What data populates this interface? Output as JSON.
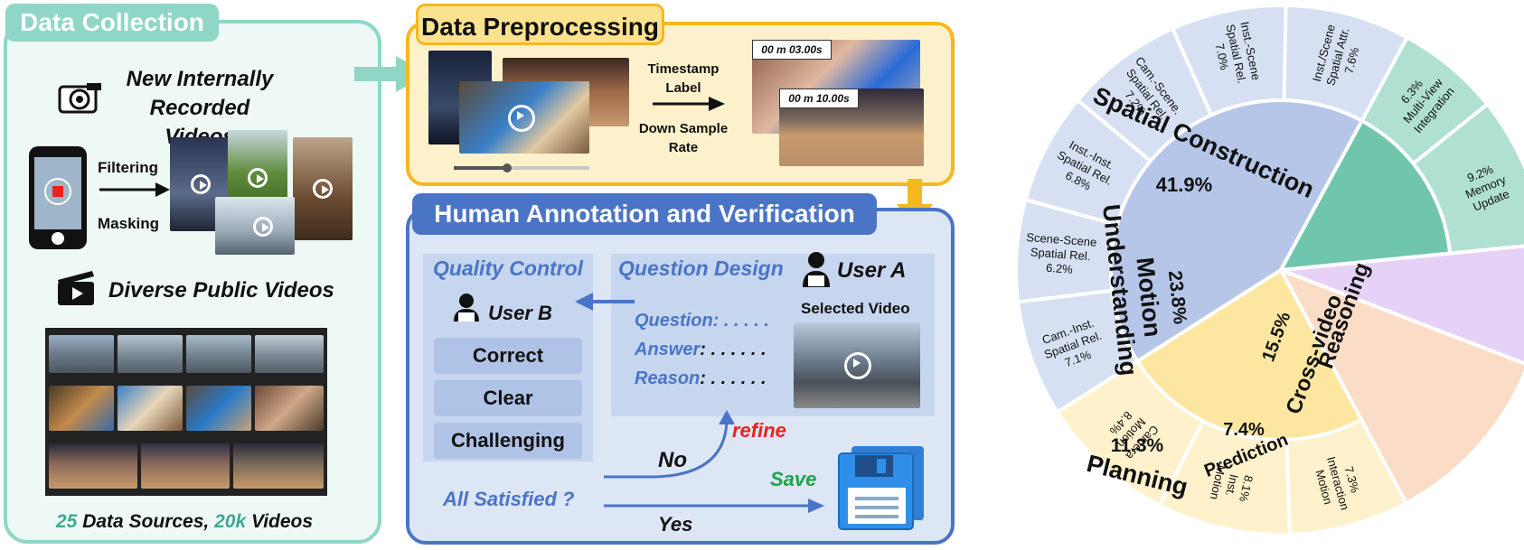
{
  "data_collection": {
    "title": "Data Collection",
    "internal_line1": "New Internally",
    "internal_line2": "Recorded Videos",
    "filtering": "Filtering",
    "masking": "Masking",
    "public_videos": "Diverse Public Videos",
    "footer_num1": "25",
    "footer_text1": " Data Sources, ",
    "footer_num2": "20k",
    "footer_text2": " Videos"
  },
  "preprocessing": {
    "title": "Data Preprocessing",
    "timestamp_label_1": "Timestamp",
    "timestamp_label_2": "Label",
    "downsample_1": "Down Sample",
    "downsample_2": "Rate",
    "time_1": "00 m 03.00s",
    "time_2": "00 m 10.00s"
  },
  "annotation": {
    "title": "Human Annotation and Verification",
    "quality_control": "Quality Control",
    "user_b": "User B",
    "items": [
      "Correct",
      "Clear",
      "Challenging"
    ],
    "question_design": "Question Design",
    "user_a": "User A",
    "selected_video": "Selected Video",
    "question": "Question: . . . . .",
    "answer_label": "Answer",
    "answer_dots": ": . . . . . .",
    "reason_label": "Reason",
    "reason_dots": ": . . . . . .",
    "refine": "refine",
    "no": "No",
    "save": "Save",
    "all_satisfied": "All Satisfied ?",
    "yes": "Yes"
  },
  "colors": {
    "teal": "#8fd6c6",
    "orange": "#f5b81f",
    "blue": "#4a74c6",
    "red": "#e8231d",
    "green": "#21a34a"
  },
  "chart_data": {
    "type": "sunburst",
    "inner": [
      {
        "name": "Spatial Construction",
        "value": 41.9,
        "label": "41.9%",
        "color": "#b5c6e8"
      },
      {
        "name": "Cross-video Reasoning",
        "value": 15.5,
        "label": "15.5%",
        "color": "#6fc6ac"
      },
      {
        "name": "Prediction",
        "value": 7.4,
        "label": "7.4%",
        "color": "#e6d2f7"
      },
      {
        "name": "Planning",
        "value": 11.3,
        "label": "11.3%",
        "color": "#fbdcc6"
      },
      {
        "name": "Motion Understanding",
        "value": 23.8,
        "label": "23.8%",
        "color": "#fde6a0"
      }
    ],
    "outer": [
      {
        "line1": "Inst.-Inst.",
        "line2": "Spatial Rel.",
        "line3": "6.8%",
        "value": 6.8,
        "parent": "Spatial Construction"
      },
      {
        "line1": "Cam.-Scene.",
        "line2": "Spatial Rel.",
        "line3": "7.2%",
        "value": 7.2,
        "parent": "Spatial Construction"
      },
      {
        "line1": "Inst.-Scene",
        "line2": "Spatial Rel.",
        "line3": "7.0%",
        "value": 7.0,
        "parent": "Spatial Construction"
      },
      {
        "line1": "Inst./Scene",
        "line2": "Spatial Attr.",
        "line3": "7.6%",
        "value": 7.6,
        "parent": "Spatial Construction"
      },
      {
        "line1": "6.3%",
        "line2": "Multi-View",
        "line3": "Integration",
        "value": 6.3,
        "parent": "Cross-video Reasoning"
      },
      {
        "line1": "9.2%",
        "line2": "Memory",
        "line3": "Update",
        "value": 9.2,
        "parent": "Cross-video Reasoning"
      },
      {
        "line1": "7.3%",
        "line2": "Interaction",
        "line3": "Motion",
        "value": 7.3,
        "parent": "Motion Understanding"
      },
      {
        "line1": "8.1%",
        "line2": "Inst.",
        "line3": "Motion",
        "value": 8.1,
        "parent": "Motion Understanding"
      },
      {
        "line1": "Camera",
        "line2": "Motion",
        "line3": "8.4%",
        "value": 8.4,
        "parent": "Motion Understanding"
      },
      {
        "line1": "Cam.-Inst.",
        "line2": "Spatial Rel.",
        "line3": "7.1%",
        "value": 7.1,
        "parent": "Spatial Construction"
      },
      {
        "line1": "Scene-Scene",
        "line2": "Spatial Rel.",
        "line3": "6.2%",
        "value": 6.2,
        "parent": "Spatial Construction"
      }
    ]
  }
}
